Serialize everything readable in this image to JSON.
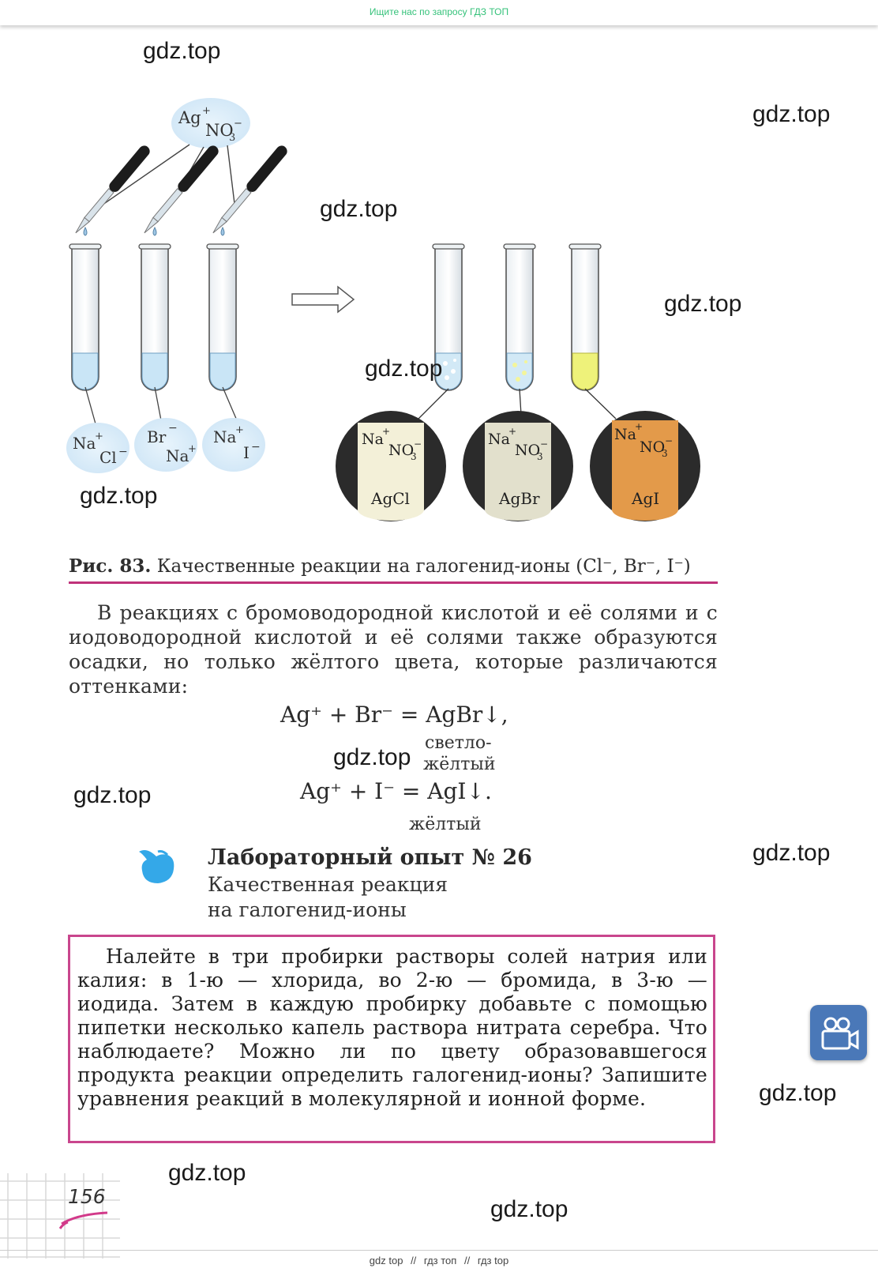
{
  "top_banner": "Ищите нас по запросу ГДЗ ТОП",
  "watermark": "gdz.top",
  "figure": {
    "top_ions": [
      "Ag",
      "+",
      "NO",
      "3",
      "−"
    ],
    "tubes_left": [
      {
        "ions": [
          "Na",
          "+",
          "Cl",
          "−"
        ]
      },
      {
        "ions": [
          "Br",
          "−",
          "Na",
          "+"
        ]
      },
      {
        "ions": [
          "Na",
          "+",
          "I",
          "−"
        ]
      }
    ],
    "results": [
      {
        "ions": [
          "Na",
          "+",
          "NO",
          "3",
          "−"
        ],
        "precipitate": "AgCl",
        "color": "#f3f0d8"
      },
      {
        "ions": [
          "Na",
          "+",
          "NO",
          "3",
          "−"
        ],
        "precipitate": "AgBr",
        "color": "#e2e0cc"
      },
      {
        "ions": [
          "Na",
          "+",
          "NO",
          "3",
          "−"
        ],
        "precipitate": "AgI",
        "color": "#e39a4a"
      }
    ]
  },
  "caption": {
    "label": "Рис. 83.",
    "text": "Качественные реакции на галогенид-ионы (Cl⁻, Br⁻, I⁻)"
  },
  "paragraph": "В реакциях с бромоводородной кислотой и её солями и с иодоводородной кислотой и её солями также образуются осадки, но только жёлтого цвета, которые различаются оттенками:",
  "equations": [
    {
      "text": "Ag⁺ + Br⁻ = AgBr↓,",
      "note_line1": "светло-",
      "note_line2": "жёлтый"
    },
    {
      "text": "Ag⁺ + I⁻ = AgI↓.",
      "note_line1": "жёлтый"
    }
  ],
  "lab": {
    "title": "Лабораторный опыт № 26",
    "subtitle_line1": "Качественная реакция",
    "subtitle_line2": "на галогенид-ионы",
    "task": "Налейте в три пробирки растворы солей натрия или калия: в 1-ю — хлорида, во 2-ю — бромида, в 3-ю — иодида. Затем в каждую пробирку добавьте с помощью пипетки несколько капель раствора нитрата серебра. Что наблюдаете? Можно ли по цвету образовавшегося продукта реакции определить галогенид-ионы? Запишите уравнения реакций в молекулярной и ионной форме."
  },
  "page_number": "156",
  "footer": [
    "gdz top",
    "//",
    "гдз топ",
    "//",
    "гдз top"
  ]
}
